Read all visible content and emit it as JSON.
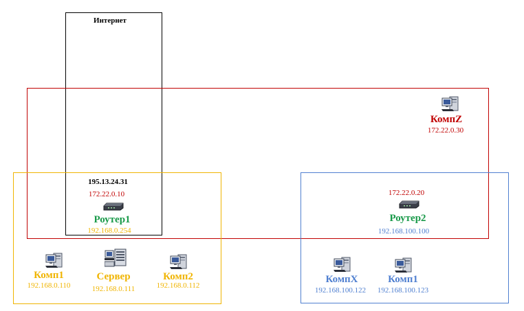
{
  "colors": {
    "internet": "#000000",
    "red_net": "#c00000",
    "yellow_net": "#f0b400",
    "blue_net": "#4f7fd0",
    "router1_green": "#1a9a4a"
  },
  "internet": {
    "label": "Интернет",
    "ip": "195.13.24.31"
  },
  "router1": {
    "name": "Роутер1",
    "ip_red": "172.22.0.10",
    "ip_yellow": "192.168.0.254",
    "icon": "router-icon"
  },
  "router2": {
    "name": "Роутер2",
    "ip_red": "172.22.0.20",
    "ip_blue": "192.168.100.100",
    "icon": "router-icon"
  },
  "kompz": {
    "name": "КомпZ",
    "ip": "172.22.0.30",
    "icon": "computer-icon"
  },
  "yellow_net": {
    "hosts": [
      {
        "name": "Комп1",
        "ip": "192.168.0.110",
        "icon": "computer-icon"
      },
      {
        "name": "Сервер",
        "ip": "192.168.0.111",
        "icon": "server-icon"
      },
      {
        "name": "Комп2",
        "ip": "192.168.0.112",
        "icon": "computer-icon"
      }
    ]
  },
  "blue_net": {
    "hosts": [
      {
        "name": "КомпX",
        "ip": "192.168.100.122",
        "icon": "computer-icon"
      },
      {
        "name": "Комп1",
        "ip": "192.168.100.123",
        "icon": "computer-icon"
      }
    ]
  }
}
